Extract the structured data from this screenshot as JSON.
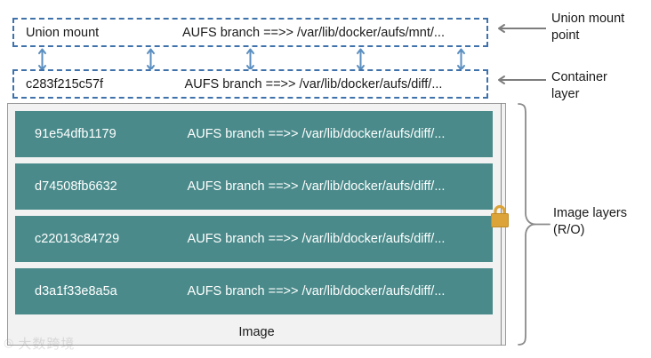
{
  "diagram": {
    "title": "Docker AUFS storage driver layer diagram",
    "colors": {
      "layer_fill": "#4a8a8a",
      "dashed_border": "#3f72ab",
      "arrow_blue": "#5b8fc0",
      "lock_gold": "#dba338",
      "container_border": "#9b9b9b",
      "callout_gray": "#8a8a8a"
    },
    "union_mount": {
      "id": "Union mount",
      "path": "AUFS branch ==>> /var/lib/docker/aufs/mnt/..."
    },
    "container_layer": {
      "id": "c283f215c57f",
      "path": "AUFS branch ==>> /var/lib/docker/aufs/diff/..."
    },
    "image_layers": [
      {
        "id": "91e54dfb1179",
        "path": "AUFS branch ==>> /var/lib/docker/aufs/diff/..."
      },
      {
        "id": "d74508fb6632",
        "path": "AUFS branch ==>> /var/lib/docker/aufs/diff/..."
      },
      {
        "id": "c22013c84729",
        "path": "AUFS branch ==>> /var/lib/docker/aufs/diff/..."
      },
      {
        "id": "d3a1f33e8a5a",
        "path": "AUFS branch ==>> /var/lib/docker/aufs/diff/..."
      }
    ],
    "image_caption": "Image",
    "callouts": {
      "union_mount": "Union mount\npoint",
      "container_layer": "Container\nlayer",
      "image_layers": "Image layers\n(R/O)"
    },
    "icons": {
      "lock": "lock-icon"
    },
    "watermark": {
      "mark": "◎",
      "text": "大数跨境"
    }
  }
}
